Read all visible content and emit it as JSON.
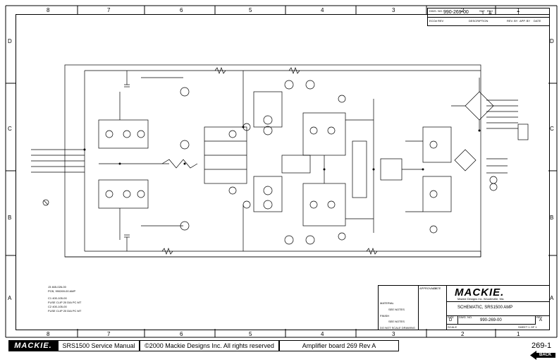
{
  "zones_top": [
    "8",
    "7",
    "6",
    "5",
    "4",
    "3",
    "2",
    "1"
  ],
  "zones_bottom": [
    "8",
    "7",
    "6",
    "5",
    "4",
    "3",
    "2",
    "1"
  ],
  "zones_side": [
    "D",
    "C",
    "B",
    "A"
  ],
  "revision_block": {
    "dwg_no_label": "DWG. NO.",
    "dwg_no": "990-269-00",
    "sht_label": "SHT",
    "sht": "1",
    "rev_label": "REV",
    "rev": "A",
    "sheet_index": "1",
    "cols": [
      "ECO# REV",
      "DESCRIPTION",
      "REV. BY",
      "APP. BY",
      "DATE"
    ]
  },
  "title_block": {
    "logo": "MACKIE.",
    "company": "Mackie Designs Inc.  Woodinville, Wa.",
    "title": "SCHEMATIC, SRS1500 AMP",
    "size_label": "SIZE",
    "size": "D",
    "dwg_no_label": "DWG. NO.",
    "dwg_no": "990-269-00",
    "rev_label": "REV",
    "rev": "A",
    "scale_label": "SCALE",
    "sheet_label": "SHEET 1 OF 1",
    "approvals": "APPROVALS",
    "date": "DATE",
    "see_notes": "SEE NOTES",
    "do_not_scale": "DO NOT SCALE DRAWING",
    "material": "MATERIAL",
    "finish": "FINISH"
  },
  "parts_notes": [
    "J3  465-026-00",
    "PCB, 990269-00  AMP",
    "C1  400-105-00",
    "FUSE CLIP 20 DIA PC MT",
    "C2  400-105-00",
    "FUSE CLIP 20 DIA PC MT"
  ],
  "footer": {
    "logo": "MACKIE.",
    "manual": "SRS1500 Service Manual",
    "copyright": "©2000 Mackie Designs Inc. All rights reserved",
    "board": "Amplifier board 269 Rev A",
    "page": "269-1",
    "back": "BACK"
  }
}
